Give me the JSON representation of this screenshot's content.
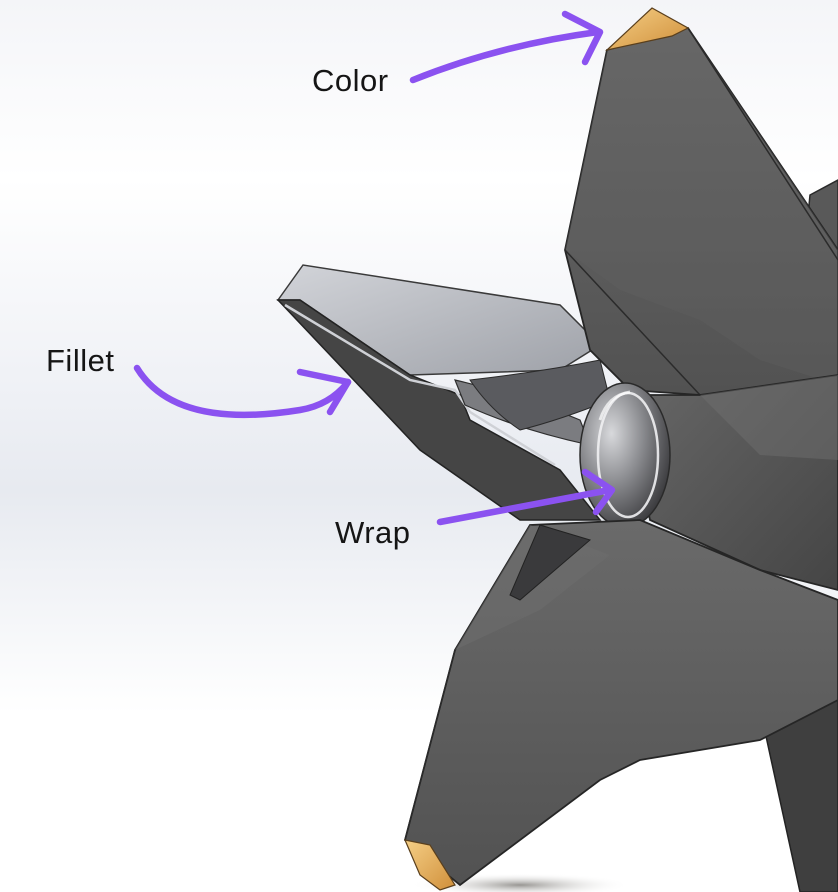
{
  "annotations": {
    "color": {
      "label": "Color"
    },
    "fillet": {
      "label": "Fillet"
    },
    "wrap": {
      "label": "Wrap"
    }
  },
  "colors": {
    "arrow": "#8b52f0",
    "body_dark": "#4e4e4e",
    "body_mid": "#5e5e5e",
    "body_light": "#7a7a7a",
    "fin_light": "#bfc2c8",
    "tip_accent": "#e8b05a"
  },
  "icons": [
    "color-arrow-icon",
    "fillet-arrow-icon",
    "wrap-arrow-icon"
  ]
}
